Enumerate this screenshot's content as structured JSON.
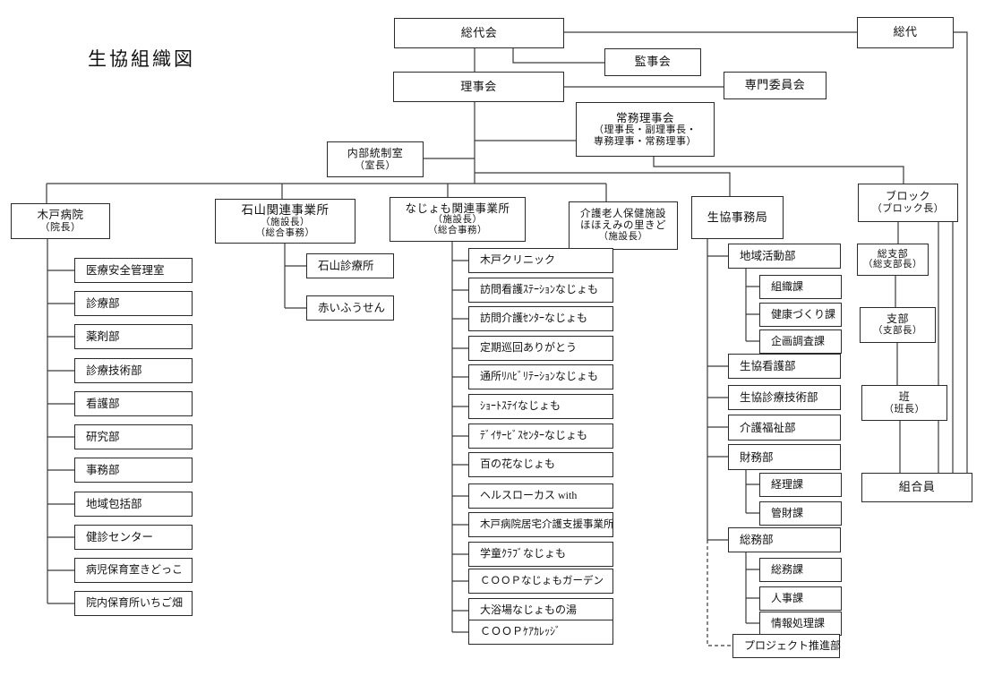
{
  "title": "生協組織図",
  "governance": {
    "general_assembly": "総代会",
    "delegates": "総代",
    "auditors": "監事会",
    "board": "理事会",
    "special_committee": "専門委員会",
    "standing_board": [
      "常務理事会",
      "（理事長・副理事長・",
      "専務理事・常務理事）"
    ],
    "internal_control": [
      "内部統制室",
      "（室長）"
    ]
  },
  "kido_hospital": {
    "name": "木戸病院",
    "head": "（院長）",
    "children": [
      "医療安全管理室",
      "診療部",
      "薬剤部",
      "診療技術部",
      "看護部",
      "研究部",
      "事務部",
      "地域包括部",
      "健診センター",
      "病児保育室きどっこ",
      "院内保育所いちご畑"
    ]
  },
  "ishiyama": {
    "name": "石山関連事業所",
    "head": "（施設長）",
    "admin": "（総合事務）",
    "children": [
      "石山診療所",
      "赤いふうせん"
    ]
  },
  "najomo": {
    "name": "なじょも関連事業所",
    "head": "（施設長）",
    "admin": "（総合事務）",
    "children": [
      "木戸クリニック",
      "訪問看護ｽﾃｰｼｮﾝなじょも",
      "訪問介護ｾﾝﾀｰなじょも",
      "定期巡回ありがとう",
      "通所ﾘﾊﾋﾞﾘﾃｰｼｮﾝなじょも",
      "ｼｮｰﾄｽﾃｲなじょも",
      "ﾃﾞｲｻｰﾋﾞｽｾﾝﾀｰなじょも",
      "百の花なじょも",
      "ヘルスローカス with",
      "木戸病院居宅介護支援事業所",
      "学童ｸﾗﾌﾞなじょも",
      "ＣＯＯＰなじょもガーデン",
      "大浴場なじょもの湯",
      "ＣＯＯＰｹｱｶﾚｯｼﾞ"
    ]
  },
  "kaigo_rojin": [
    "介護老人保健施設",
    "ほほえみの里きど",
    "（施設長）"
  ],
  "jimukyoku": {
    "name": "生協事務局",
    "chiiki": {
      "name": "地域活動部",
      "children": [
        "組織課",
        "健康づくり課",
        "企画調査課"
      ]
    },
    "kango": "生協看護部",
    "shinryo_gijutsu": "生協診療技術部",
    "kaigo_fukushi": "介護福祉部",
    "zaimu": {
      "name": "財務部",
      "children": [
        "経理課",
        "管財課"
      ]
    },
    "somu": {
      "name": "総務部",
      "children": [
        "総務課",
        "人事課",
        "情報処理課"
      ]
    },
    "project": "プロジェクト推進部"
  },
  "member_chain": {
    "block": [
      "ブロック",
      "（ブロック長）"
    ],
    "soshibu": [
      "総支部",
      "（総支部長）"
    ],
    "shibu": [
      "支部",
      "（支部長）"
    ],
    "han": [
      "班",
      "（班長）"
    ],
    "member": "組合員"
  }
}
